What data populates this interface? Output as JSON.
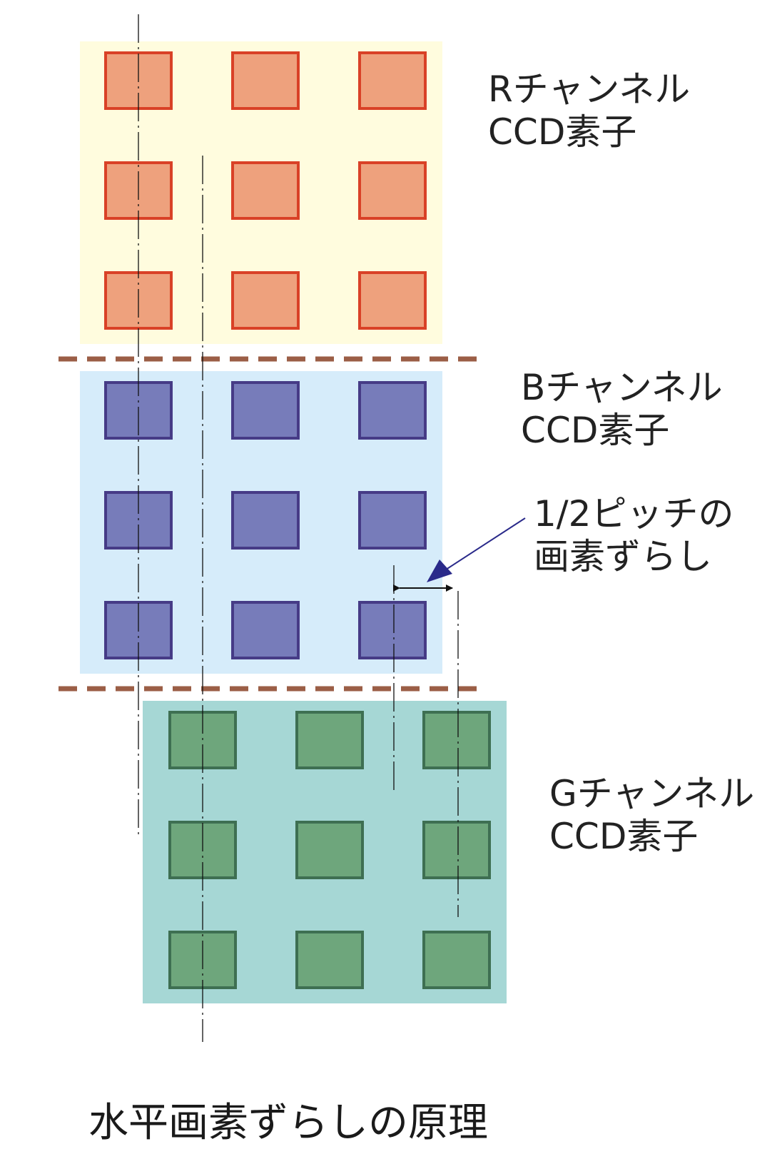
{
  "colors": {
    "r_panel": "#fffcde",
    "r_cell_fill": "#eea17d",
    "r_cell_stroke": "#d94127",
    "b_panel": "#d6ecfa",
    "b_cell_fill": "#777cba",
    "b_cell_stroke": "#463b86",
    "g_panel": "#a6d7d5",
    "g_cell_fill": "#6ea67c",
    "g_cell_stroke": "#3e6f52",
    "separator": "#9b5e46",
    "center_line": "#111111",
    "arrow": "#2a2a8a"
  },
  "labels": {
    "r_line1": "Rチャンネル",
    "r_line2": "CCD素子",
    "b_line1": "Bチャンネル",
    "b_line2": "CCD素子",
    "g_line1": "Gチャンネル",
    "g_line2": "CCD素子",
    "shift_line1": "1/2ピッチの",
    "shift_line2": "画素ずらし"
  },
  "title": "水平画素ずらしの原理",
  "grid": {
    "rows": 3,
    "cols": 3,
    "pixel_shift": "1/2"
  }
}
